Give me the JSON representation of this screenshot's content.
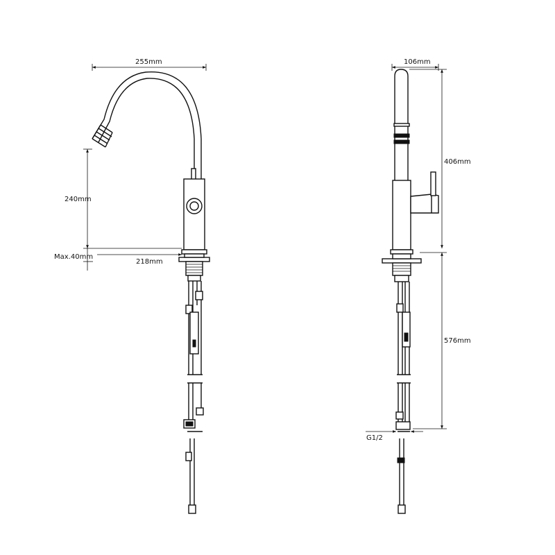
{
  "dimensions": {
    "front_width": "255mm",
    "front_height": "240mm",
    "max_deck": "Max.40mm",
    "front_reach": "218mm",
    "side_depth": "106mm",
    "side_height": "406mm",
    "hose_length": "576mm",
    "thread": "G1/2"
  },
  "colors": {
    "line": "#111111",
    "background": "#ffffff"
  }
}
